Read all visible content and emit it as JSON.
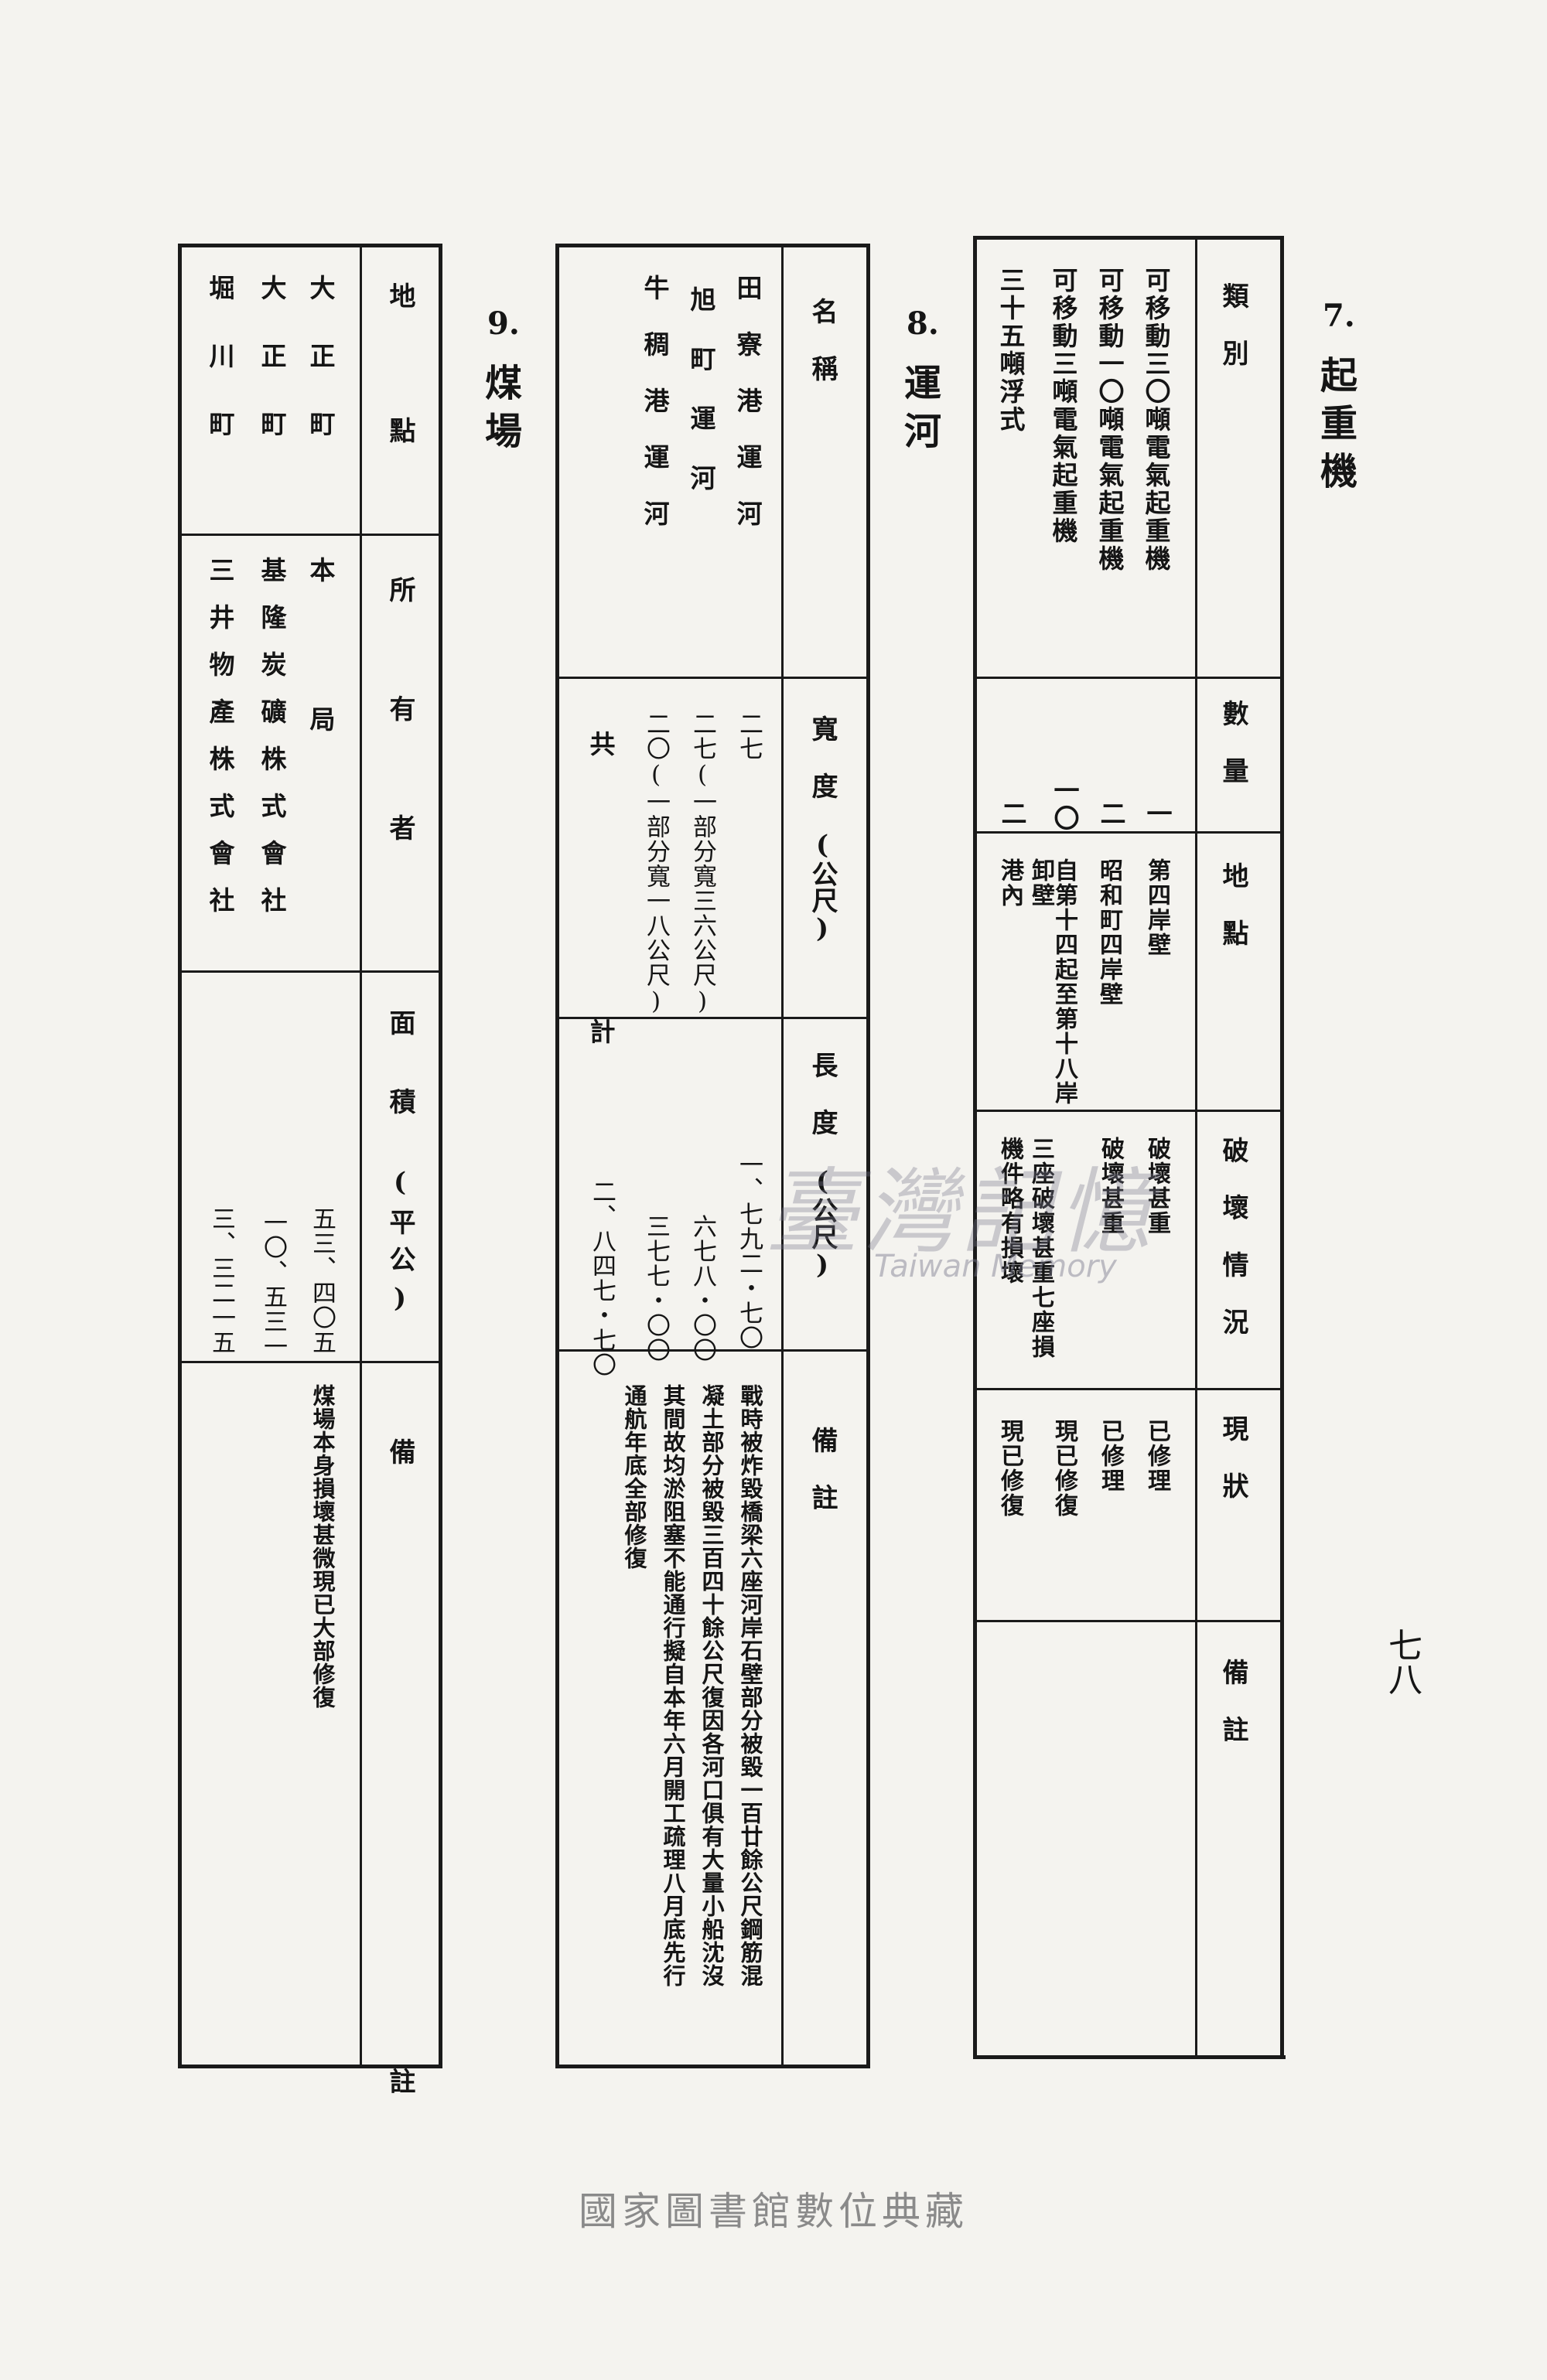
{
  "page_number": "七八",
  "footer": "國家圖書館數位典藏",
  "watermark": {
    "main": "臺灣記憶",
    "sub": "Taiwan Memory"
  },
  "section7": {
    "number": "7.",
    "title": "起重機",
    "headers": {
      "type": "類 別",
      "qty": "數 量",
      "location": "地 點",
      "damage": "破 壞 情 況",
      "status": "現 狀",
      "remarks": "備 註"
    },
    "rows": [
      {
        "type": "可移動三〇噸電氣起重機",
        "qty": "一",
        "location": "第四岸壁",
        "damage": "破壞甚重",
        "status": "已修理"
      },
      {
        "type": "可移動一〇噸電氣起重機",
        "qty": "二",
        "location": "昭和町四岸壁",
        "damage": "破壞甚重",
        "status": "已修理"
      },
      {
        "type": "可移動三噸電氣起重機",
        "qty": "一〇",
        "location": "自第十四起至第十八岸卸壁",
        "damage": "三座破壞甚重七座損",
        "status": "現已修復"
      },
      {
        "type": "三十五噸浮式",
        "qty": "二",
        "location": "港內",
        "damage": "機件略有損壞",
        "status": "現已修復"
      }
    ]
  },
  "section8": {
    "number": "8.",
    "title": "運河",
    "headers": {
      "name": "名 稱",
      "width": "寬 度 (公尺)",
      "length": "長 度 (公尺)",
      "remarks": "備 註"
    },
    "rows": [
      {
        "name": "田寮港運河",
        "width": "二七",
        "length": "一、七九二・七〇"
      },
      {
        "name": "旭町運河",
        "width": "二七(一部分寬三六公尺)",
        "length": "六七八・〇〇"
      },
      {
        "name": "牛稠港運河",
        "width": "二〇(一部分寬一八公尺)",
        "length": "三七七・〇〇"
      }
    ],
    "total_label": "共 計",
    "total_length": "二、八四七・七〇",
    "note_cols": [
      "戰時被炸毀橋梁六座河岸石壁部分被毀一百廿餘公尺鋼筋混",
      "凝土部分被毀三百四十餘公尺復因各河口俱有大量小船沈沒",
      "其間故均淤阻塞不能通行擬自本年六月開工疏理八月底先行",
      "通航年底全部修復"
    ]
  },
  "section9": {
    "number": "9.",
    "title": "煤場",
    "headers": {
      "location": "地 點",
      "owner": "所 有 者",
      "area": "面 積 (平公)",
      "remarks": "備 註"
    },
    "rows": [
      {
        "location": "大正町",
        "owner": "本局",
        "area": "五三、四〇五"
      },
      {
        "location": "大正町",
        "owner": "基隆炭礦株式會社",
        "area": "一〇、五三一"
      },
      {
        "location": "堀川町",
        "owner": "三井物產株式會社",
        "area": "三、三二一五"
      }
    ],
    "note": "煤場本身損壞甚微現已大部修復"
  }
}
